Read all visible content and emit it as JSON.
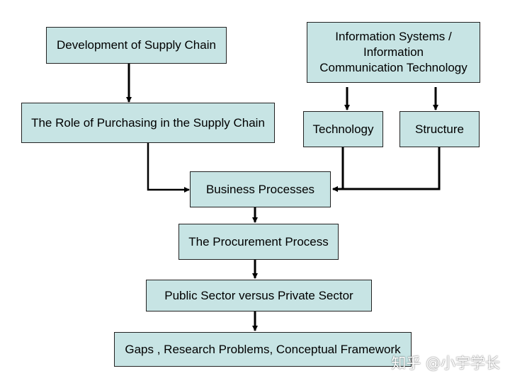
{
  "diagram": {
    "nodes": {
      "development": "Development of Supply Chain",
      "info_systems": "Information Systems /\nInformation\nCommunication Technology",
      "role_purchasing": "The Role of Purchasing in the Supply Chain",
      "technology": "Technology",
      "structure": "Structure",
      "business_processes": "Business Processes",
      "procurement_process": "The Procurement Process",
      "public_private": "Public Sector versus Private Sector",
      "gaps": "Gaps , Research Problems, Conceptual Framework"
    },
    "colors": {
      "box_fill": "#c7e4e4",
      "box_border": "#222222",
      "arrow": "#000000"
    }
  },
  "watermark": {
    "text": "知乎 @小宇学长"
  }
}
